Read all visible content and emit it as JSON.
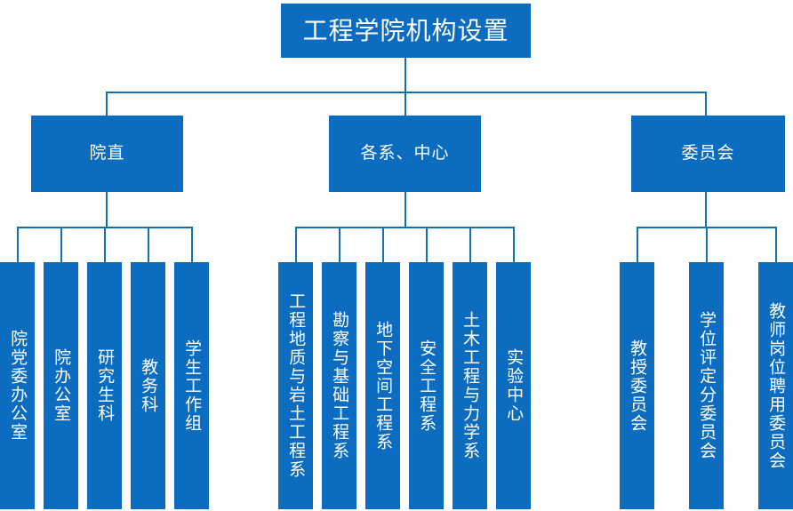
{
  "chart": {
    "type": "org-chart",
    "title": "工程学院机构设置",
    "accent_color": "#0C6CC0",
    "line_color": "#1071B5",
    "text_color": "#FFFFFF",
    "background_color": "#FFFFFF",
    "branches": [
      {
        "label": "院直",
        "children": [
          "院党委办公室",
          "院办公室",
          "研究生科",
          "教务科",
          "学生工作组"
        ]
      },
      {
        "label": "各系、中心",
        "children": [
          "工程地质与岩土工程系",
          "勘察与基础工程系",
          "地下空间工程系",
          "安全工程系",
          "土木工程与力学系",
          "实验中心"
        ]
      },
      {
        "label": "委员会",
        "children": [
          "教授委员会",
          "学位评定分委员会",
          "教师岗位聘用委员会"
        ]
      }
    ]
  }
}
